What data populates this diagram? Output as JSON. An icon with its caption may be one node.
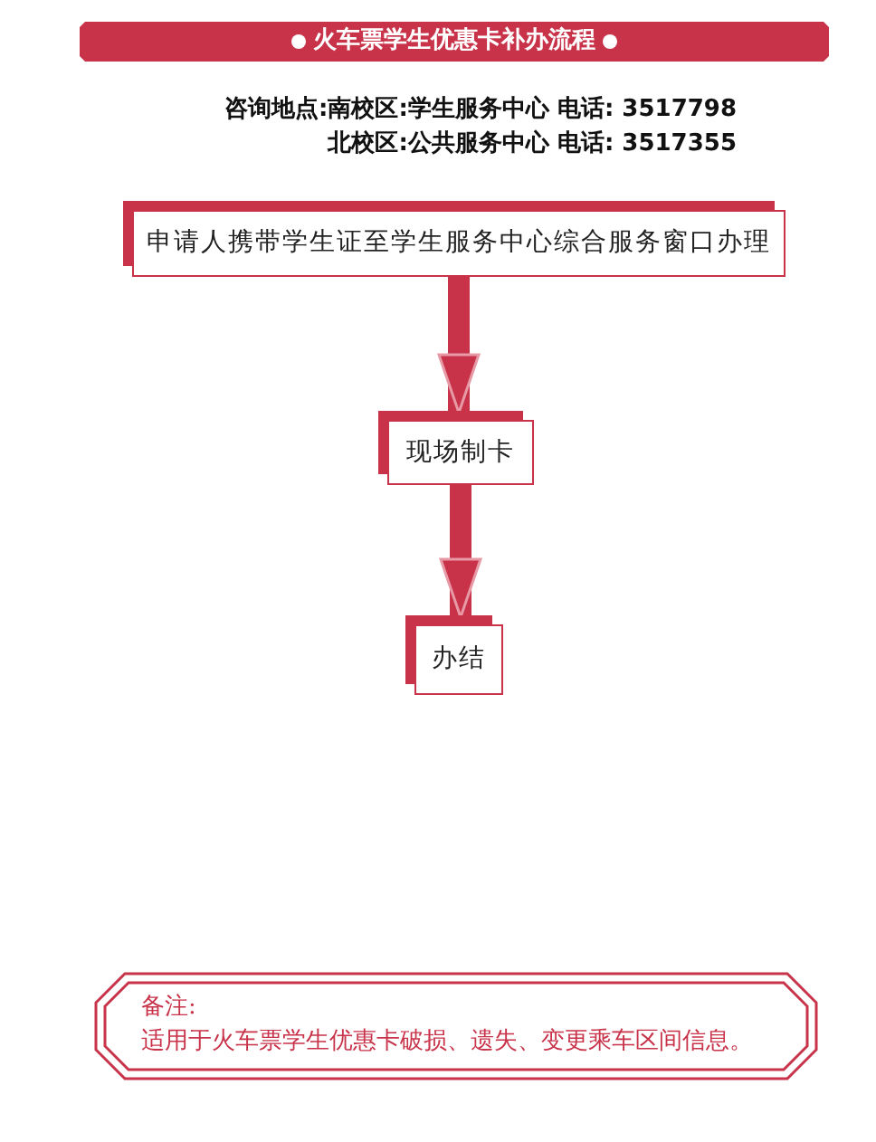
{
  "diagram": {
    "title": "火车票学生优惠卡补办流程",
    "nodes": [
      {
        "text": [
          "申请人携带学生证至学生服务中心综合服务窗口办理"
        ]
      },
      {
        "text": [
          "现场制卡"
        ]
      },
      {
        "text": [
          "办结"
        ]
      },
      {
        "text": [
          "备注:",
          "适用于火车票学生优惠卡破损、遗失、变更乘车区间信息。"
        ]
      }
    ],
    "edges": [
      {
        "from": 0,
        "to": 1,
        "arrow": "to"
      },
      {
        "from": 1,
        "to": 2,
        "arrow": "to"
      }
    ],
    "labels": [
      "咨询地点:南校区:学生服务中心 电话: 3517798",
      "北校区:公共服务中心 电话: 3517355"
    ]
  }
}
